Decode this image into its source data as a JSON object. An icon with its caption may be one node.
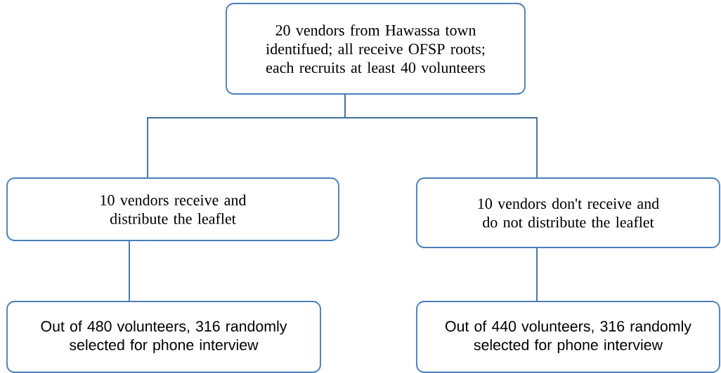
{
  "diagram": {
    "nodes": [
      {
        "text": [
          "20 vendors from Hawassa town identifued; all receive OFSP roots; each recruits at least 40 volunteers"
        ]
      },
      {
        "text": [
          "10 vendors receive and distribute the leaflet"
        ]
      },
      {
        "text": [
          "10 vendors don't receive and do not distribute the leaflet"
        ]
      },
      {
        "text": [
          "Out of 480 volunteers, 316 randomly selected for phone interview"
        ]
      },
      {
        "text": [
          "Out of 440 volunteers, 316 randomly selected for phone interview"
        ]
      }
    ],
    "edges": [
      {
        "from": 0,
        "to": 1,
        "arrow": "none"
      },
      {
        "from": 0,
        "to": 2,
        "arrow": "none"
      },
      {
        "from": 1,
        "to": 3,
        "arrow": "none"
      },
      {
        "from": 2,
        "to": 4,
        "arrow": "none"
      }
    ]
  }
}
